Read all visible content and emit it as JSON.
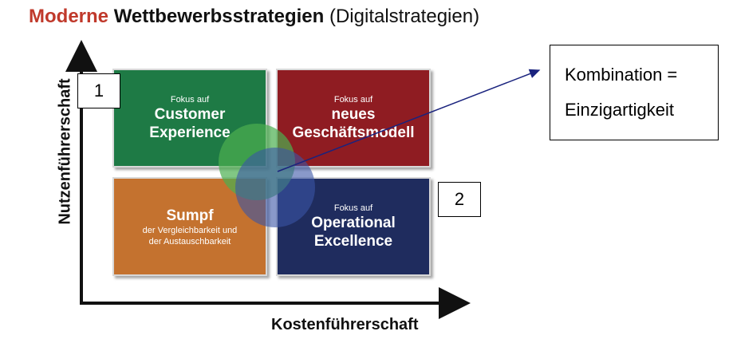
{
  "title": {
    "part1": "Moderne",
    "part2": "Wettbewerbsstrategien",
    "part3": "(Digitalstrategien)"
  },
  "axes": {
    "y_label": "Nutzenführerschaft",
    "x_label": "Kostenführerschaft"
  },
  "quadrants": {
    "top_left": {
      "small": "Fokus auf",
      "line1": "Customer",
      "line2": "Experience",
      "color": "#1e7a45"
    },
    "top_right": {
      "small": "Fokus auf",
      "line1": "neues",
      "line2": "Geschäftsmodell",
      "color": "#8f1c22"
    },
    "bottom_left": {
      "big": "Sumpf",
      "small1": "der Vergleichbarkeit und",
      "small2": "der Austauschbarkeit",
      "color": "#c4722f"
    },
    "bottom_right": {
      "small": "Fokus auf",
      "line1": "Operational",
      "line2": "Excellence",
      "color": "#1f2c5e"
    }
  },
  "labels": {
    "box1": "1",
    "box2": "2"
  },
  "callout": {
    "line1": "Kombination =",
    "line2": "Einzigartigkeit"
  },
  "colors": {
    "circle_green": "#4caf50",
    "circle_blue": "#3a55a6",
    "arrow": "#1a237e"
  }
}
